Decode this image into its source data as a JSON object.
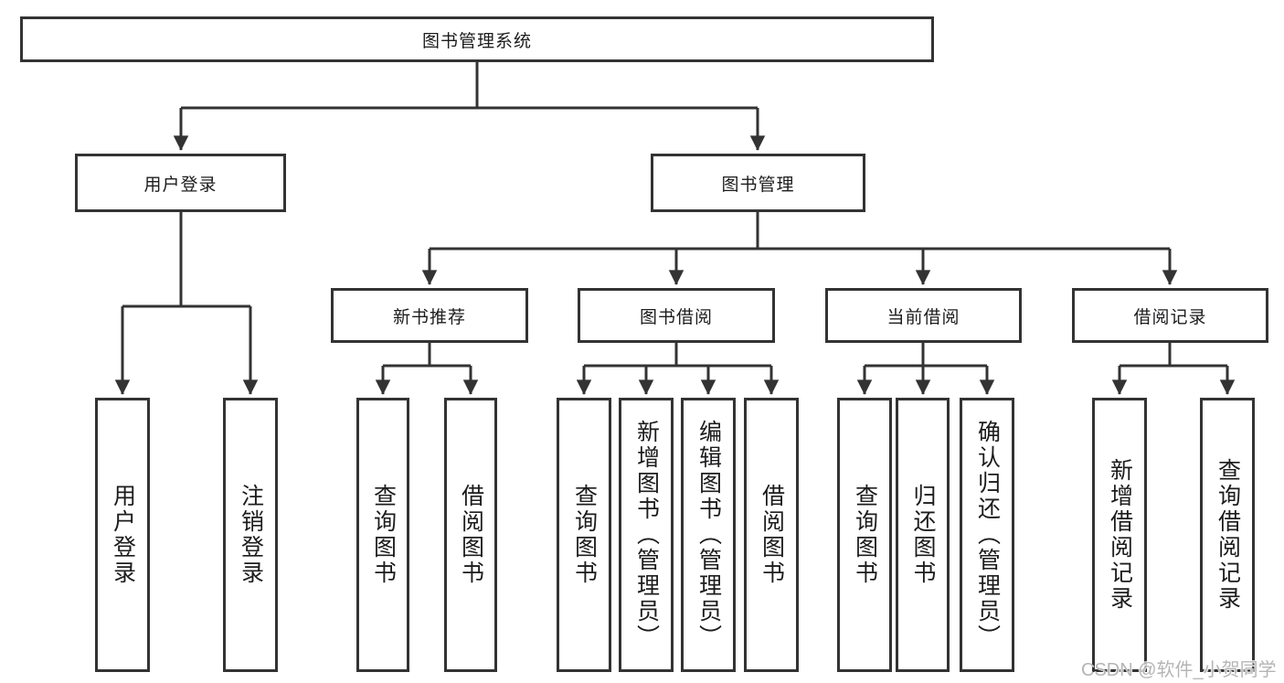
{
  "tree": {
    "label": "图书管理系统",
    "children": [
      {
        "label": "用户登录",
        "children": [
          {
            "label": "用户登录"
          },
          {
            "label": "注销登录"
          }
        ]
      },
      {
        "label": "图书管理",
        "children": [
          {
            "label": "新书推荐",
            "children": [
              {
                "label": "查询图书"
              },
              {
                "label": "借阅图书"
              }
            ]
          },
          {
            "label": "图书借阅",
            "children": [
              {
                "label": "查询图书"
              },
              {
                "label": "新增图书（管理员）"
              },
              {
                "label": "编辑图书（管理员）"
              },
              {
                "label": "借阅图书"
              }
            ]
          },
          {
            "label": "当前借阅",
            "children": [
              {
                "label": "查询图书"
              },
              {
                "label": "归还图书"
              },
              {
                "label": "确认归还（管理员）"
              }
            ]
          },
          {
            "label": "借阅记录",
            "children": [
              {
                "label": "新增借阅记录"
              },
              {
                "label": "查询借阅记录"
              }
            ]
          }
        ]
      }
    ]
  },
  "watermark": "CSDN @软件_小贺同学",
  "colors": {
    "line": "#333333",
    "node_fill": "#ffffff",
    "text": "#1c1c1e",
    "watermark": "#b5b5b5"
  }
}
